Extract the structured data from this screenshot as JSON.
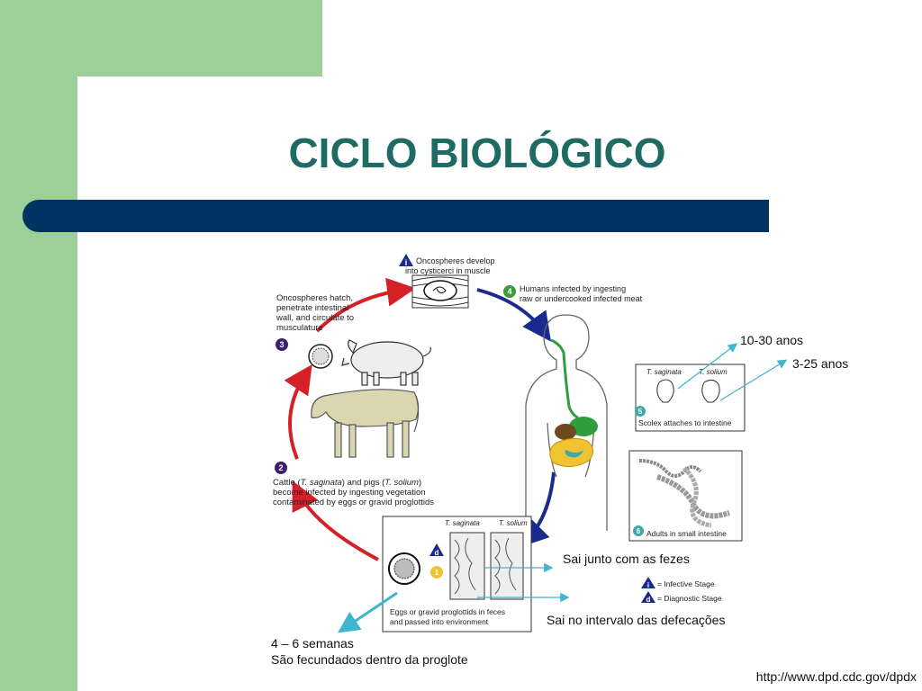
{
  "slide": {
    "title": "CICLO BIOLÓGICO",
    "source_url": "http://www.dpd.cdc.gov/dpdx"
  },
  "colors": {
    "green": "#9dcf98",
    "title": "#1d6b63",
    "bar": "#003262",
    "arrow_red": "#d62027",
    "arrow_blue": "#1b2a8e",
    "annotation": "#3fb5cf"
  },
  "diagram": {
    "step1_text_a": "Oncospheres develop",
    "step1_text_b": "into cysticerci in muscle",
    "step4_text_a": "Humans infected by ingesting",
    "step4_text_b": "raw or undercooked infected meat",
    "step3_text": "Oncospheres hatch, penetrate intestinal wall, and circulate to musculature",
    "step2_text_a": "Cattle (",
    "step2_saginata": "T. saginata",
    "step2_text_b": ") and pigs (",
    "step2_solium": "T. solium",
    "step2_text_c": ") become infected by ingesting vegetation contaminated by eggs or gravid proglottids",
    "step5_text": "Scolex attaches to intestine",
    "step6_text": "Adults in small intestine",
    "eggs_text_a": "Eggs or gravid proglottids in feces",
    "eggs_text_b": "and passed into environment",
    "label_saginata": "T. saginata",
    "label_solium": "T. solium",
    "legend_infective": "= Infective Stage",
    "legend_diagnostic": "= Diagnostic Stage",
    "num_1": "1",
    "num_2": "2",
    "num_3": "3",
    "num_4": "4",
    "num_5": "5",
    "num_6": "6",
    "letter_i": "i",
    "letter_d": "d"
  },
  "annotations": {
    "a1030": "10-30 anos",
    "a325": "3-25 anos",
    "fezes": "Sai junto com as fezes",
    "intervalo": "Sai no intervalo das defecações",
    "semanas": "4 – 6 semanas",
    "fecundados": "São fecundados dentro da proglote"
  }
}
